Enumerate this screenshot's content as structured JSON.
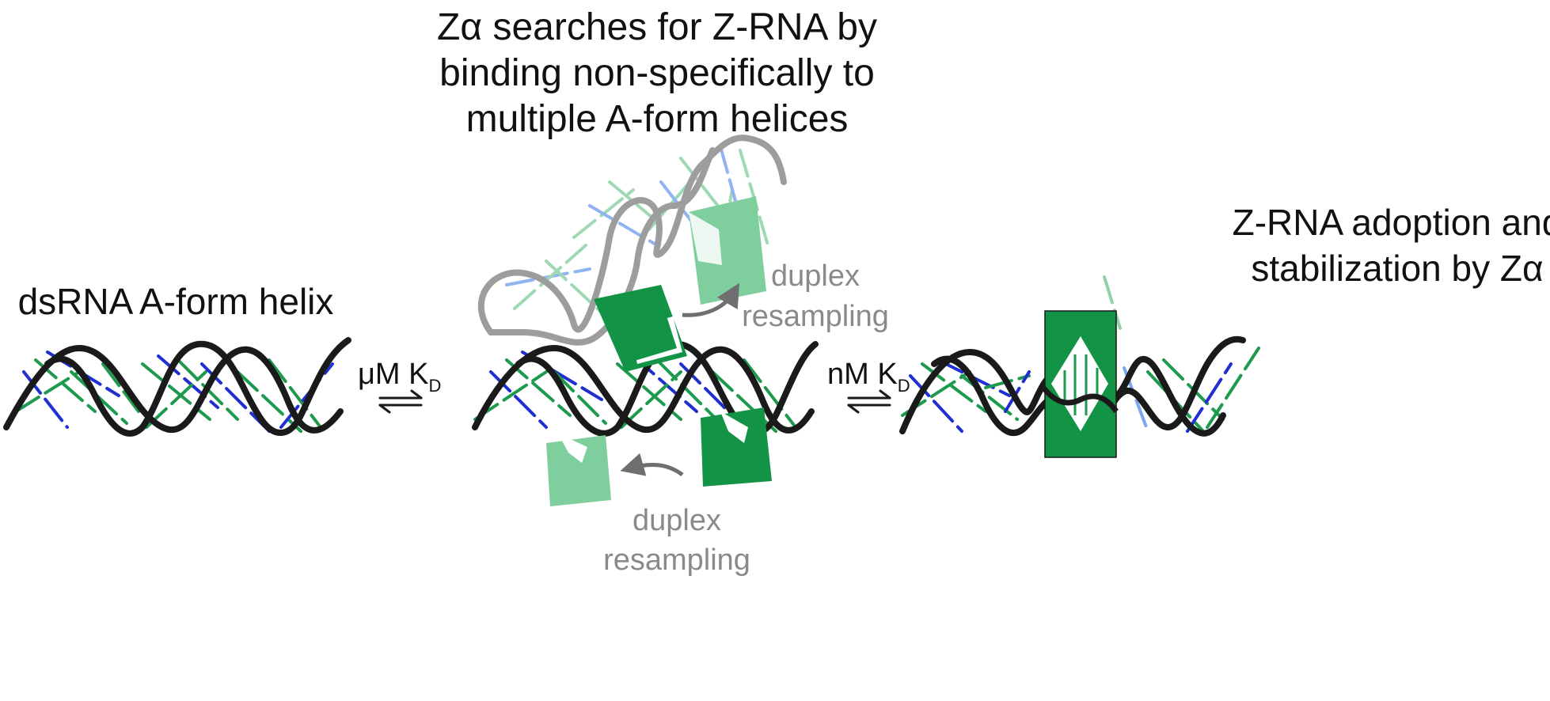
{
  "labels": {
    "middle_title": [
      "Zα searches for Z-RNA by",
      "binding non-specifically to",
      "multiple A-form helices"
    ],
    "left_title": "dsRNA A-form helix",
    "right_title": [
      "Z-RNA adoption and",
      "stabilization by Zα"
    ],
    "kd_micro": {
      "main": "μM K",
      "sub": "D"
    },
    "kd_nano": {
      "main": "nM K",
      "sub": "D"
    },
    "resampling_top": [
      "duplex",
      "resampling"
    ],
    "resampling_bottom": [
      "duplex",
      "resampling"
    ]
  },
  "colors": {
    "backbone": "#1a1a1a",
    "backbone_ghost": "#8c8c8c",
    "strand_blue": "#1f2fd0",
    "strand_green": "#1e9a4e",
    "protein_dark": "#139345",
    "protein_light": "#7fcf9e",
    "arrow_gray": "#6f6f6f",
    "text_gray": "#8a8a8a"
  }
}
